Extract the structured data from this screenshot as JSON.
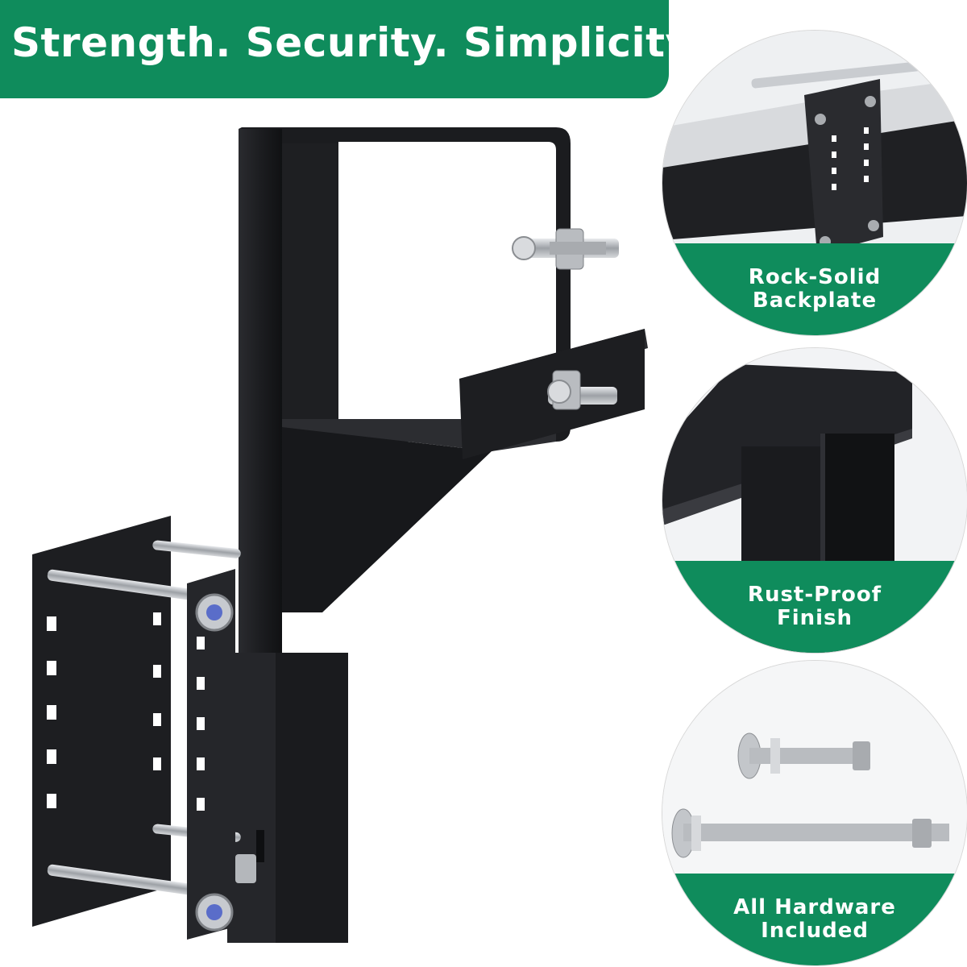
{
  "banner": {
    "headline": "Strength. Security. Simplicity"
  },
  "features": [
    {
      "line1": "Rock-Solid",
      "line2": "Backplate"
    },
    {
      "line1": "Rust-Proof",
      "line2": "Finish"
    },
    {
      "line1": "All Hardware",
      "line2": "Included"
    }
  ],
  "colors": {
    "brand_green": "#0f8c5c",
    "steel_black": "#1f2023",
    "bolt_silver": "#c9ccd0"
  },
  "icons": [
    "bracket-product-image",
    "backplate-detail-image",
    "finish-detail-image",
    "hardware-detail-image"
  ]
}
